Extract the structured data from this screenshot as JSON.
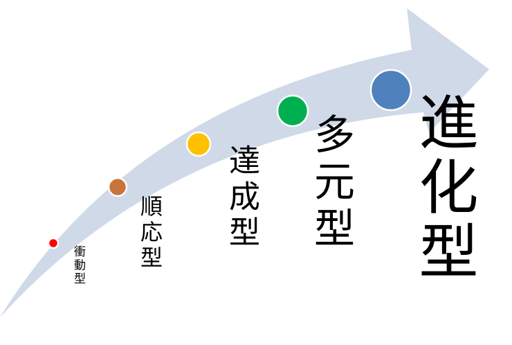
{
  "arrow_color": "#D0D9E8",
  "stages": [
    {
      "label": "衝動型",
      "color": "#FF0000"
    },
    {
      "label": "順応型",
      "color": "#C8743A"
    },
    {
      "label": "達成型",
      "color": "#FFC000"
    },
    {
      "label": "多元型",
      "color": "#00B050"
    },
    {
      "label": "進化型",
      "color": "#4F81BD"
    }
  ]
}
